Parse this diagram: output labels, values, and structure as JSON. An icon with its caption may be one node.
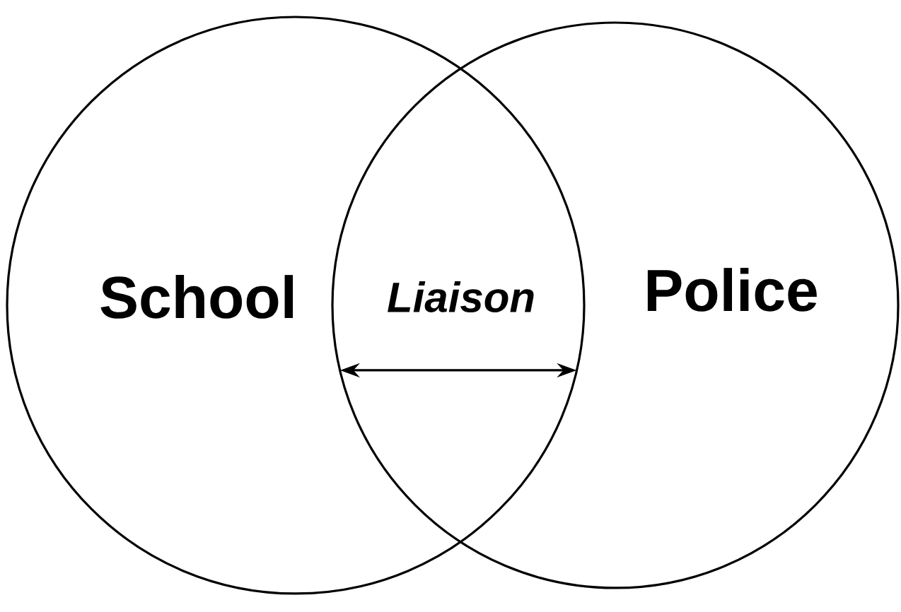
{
  "diagram": {
    "nodes": [
      {
        "text": [
          "School"
        ]
      },
      {
        "text": [
          "Police"
        ]
      }
    ],
    "edges": [
      {
        "from": 0,
        "to": 1,
        "arrow": "both"
      }
    ],
    "labels": [
      "Liaison"
    ]
  }
}
